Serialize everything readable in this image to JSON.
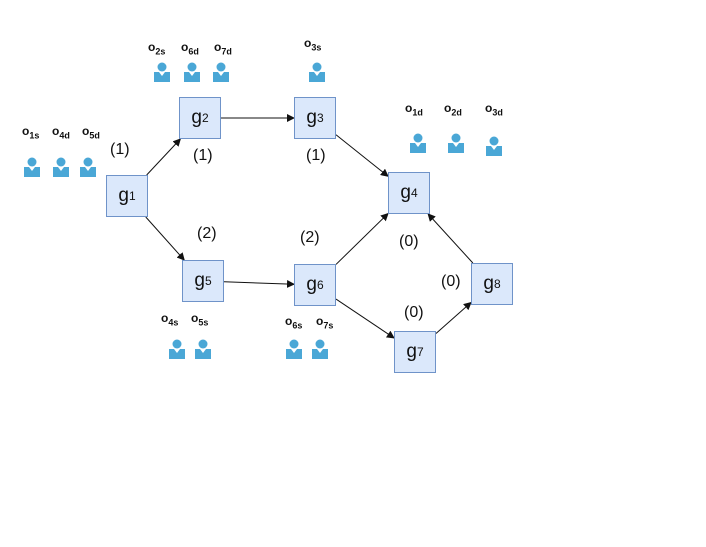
{
  "nodes": [
    {
      "id": "g1",
      "base": "g",
      "sub": "1"
    },
    {
      "id": "g2",
      "base": "g",
      "sub": "2"
    },
    {
      "id": "g3",
      "base": "g",
      "sub": "3"
    },
    {
      "id": "g4",
      "base": "g",
      "sub": "4"
    },
    {
      "id": "g5",
      "base": "g",
      "sub": "5"
    },
    {
      "id": "g6",
      "base": "g",
      "sub": "6"
    },
    {
      "id": "g7",
      "base": "g",
      "sub": "7"
    },
    {
      "id": "g8",
      "base": "g",
      "sub": "8"
    }
  ],
  "edges": [
    {
      "from": "g1",
      "to": "g2"
    },
    {
      "from": "g2",
      "to": "g3"
    },
    {
      "from": "g3",
      "to": "g4"
    },
    {
      "from": "g1",
      "to": "g5"
    },
    {
      "from": "g5",
      "to": "g6"
    },
    {
      "from": "g6",
      "to": "g4"
    },
    {
      "from": "g6",
      "to": "g7"
    },
    {
      "from": "g7",
      "to": "g8"
    },
    {
      "from": "g8",
      "to": "g4"
    }
  ],
  "weights": {
    "g1": "(1)",
    "g2": "(1)",
    "g3": "(1)",
    "g4": "(0)",
    "g5": "(2)",
    "g6": "(2)",
    "g7": "(0)",
    "g8": "(0)"
  },
  "objects": {
    "g1": [
      {
        "base": "o",
        "sub": "1s"
      },
      {
        "base": "o",
        "sub": "4d"
      },
      {
        "base": "o",
        "sub": "5d"
      }
    ],
    "g2": [
      {
        "base": "o",
        "sub": "2s"
      },
      {
        "base": "o",
        "sub": "6d"
      },
      {
        "base": "o",
        "sub": "7d"
      }
    ],
    "g3": [
      {
        "base": "o",
        "sub": "3s"
      }
    ],
    "g4": [
      {
        "base": "o",
        "sub": "1d"
      },
      {
        "base": "o",
        "sub": "2d"
      },
      {
        "base": "o",
        "sub": "3d"
      }
    ],
    "g5": [
      {
        "base": "o",
        "sub": "4s"
      },
      {
        "base": "o",
        "sub": "5s"
      }
    ],
    "g6": [
      {
        "base": "o",
        "sub": "6s"
      },
      {
        "base": "o",
        "sub": "7s"
      }
    ]
  },
  "colors": {
    "node_fill": "#dbe8fb",
    "node_border": "#6f93c9",
    "person_icon": "#4aa7d6",
    "edge": "#111111"
  },
  "icons": {
    "object": "person-icon"
  }
}
